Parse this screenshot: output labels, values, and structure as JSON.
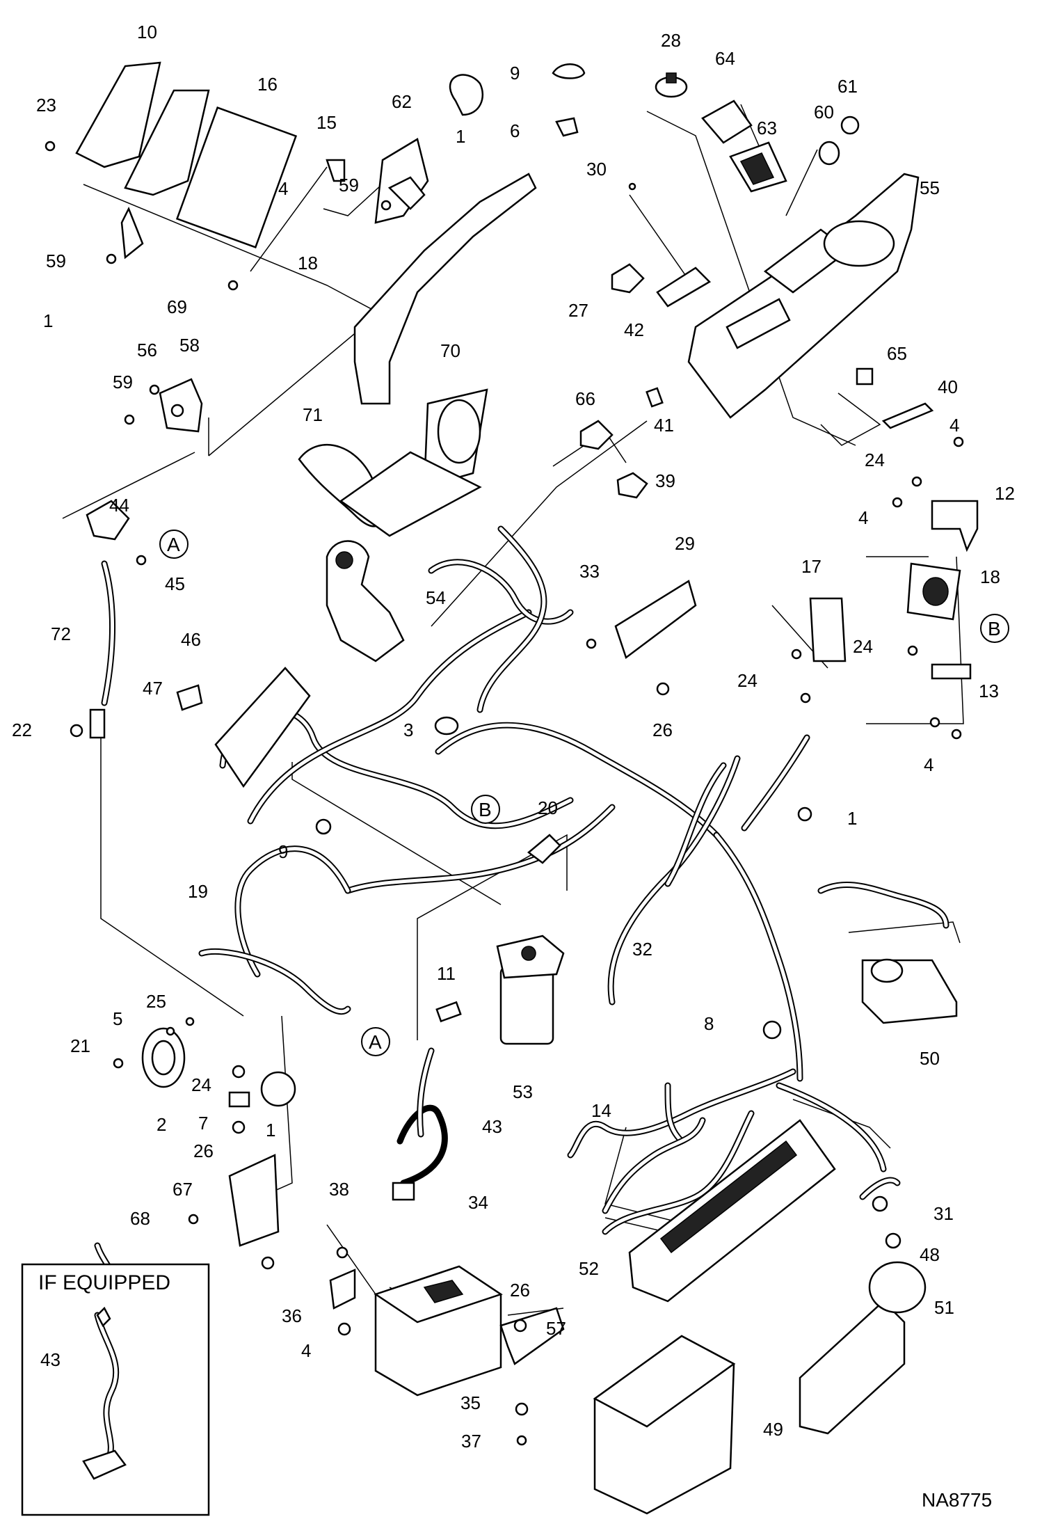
{
  "diagram": {
    "drawing_code": "NA8775",
    "inset_label": "IF EQUIPPED",
    "inset_callout": "43",
    "circle_refs": [
      "A",
      "A",
      "B",
      "B"
    ],
    "callouts": [
      "10",
      "23",
      "16",
      "15",
      "62",
      "1",
      "9",
      "6",
      "28",
      "64",
      "63",
      "61",
      "60",
      "55",
      "4",
      "59",
      "18",
      "30",
      "59",
      "1",
      "69",
      "27",
      "42",
      "56",
      "58",
      "59",
      "70",
      "65",
      "40",
      "66",
      "41",
      "4",
      "71",
      "24",
      "44",
      "39",
      "12",
      "4",
      "45",
      "29",
      "33",
      "17",
      "18",
      "72",
      "54",
      "24",
      "46",
      "47",
      "24",
      "13",
      "26",
      "22",
      "3",
      "4",
      "20",
      "1",
      "9",
      "19",
      "32",
      "11",
      "25",
      "5",
      "8",
      "50",
      "21",
      "24",
      "53",
      "7",
      "2",
      "26",
      "1",
      "14",
      "43",
      "67",
      "38",
      "34",
      "31",
      "68",
      "48",
      "26",
      "57",
      "52",
      "51",
      "36",
      "4",
      "35",
      "49",
      "37"
    ]
  }
}
